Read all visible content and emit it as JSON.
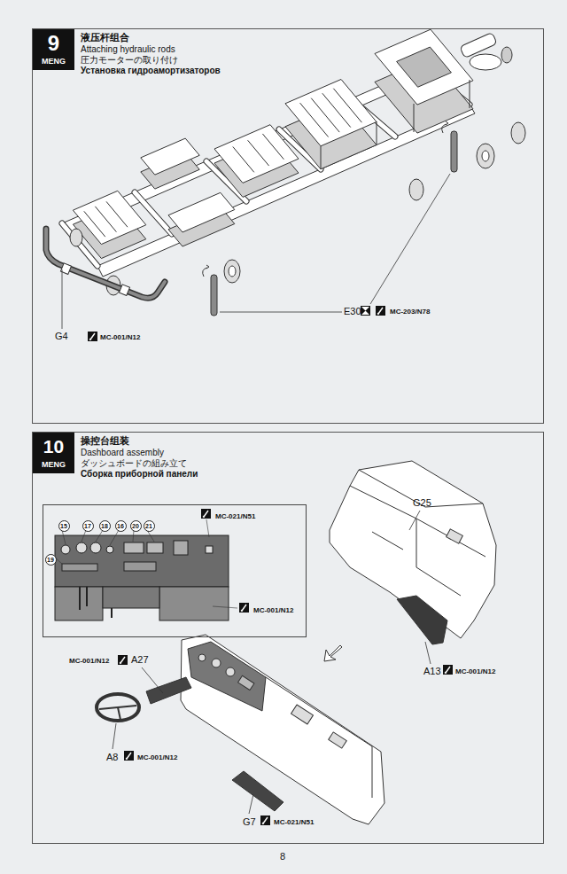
{
  "diagram": {
    "nodes": [
      {
        "text": [
          "液压杆组合",
          "Attaching hydraulic rods",
          "圧力モーターの取り付け",
          "Установка гидроамортизаторов"
        ]
      },
      {
        "text": [
          "9",
          "MENG"
        ],
        "in": 0
      },
      {
        "text": [
          "操控台组装",
          "Dashboard assembly",
          "ダッシュボードの組み立て",
          "Сборка приборной панели"
        ]
      },
      {
        "text": [
          "10",
          "MENG"
        ],
        "in": 2
      },
      {
        "text": [
          "15",
          "17",
          "18",
          "16",
          "20",
          "21",
          "19",
          "MC-021/N51",
          "MC-001/N12"
        ],
        "in": 2
      }
    ],
    "labels": [
      "G4",
      "MC-001/N12",
      "E30",
      "MC-203/N78",
      "G25",
      "MC-001/N12",
      "A27",
      "A13",
      "MC-001/N12",
      "A8",
      "MC-001/N12",
      "G7",
      "MC-021/N51",
      "8"
    ]
  }
}
